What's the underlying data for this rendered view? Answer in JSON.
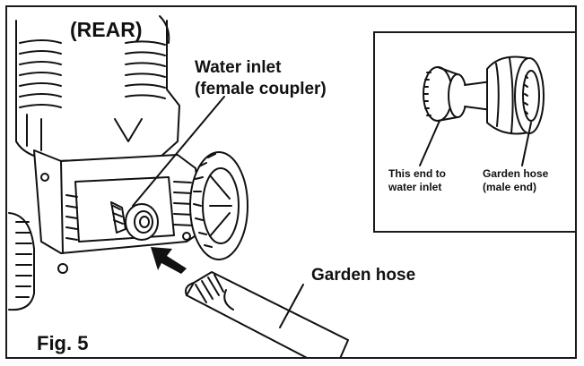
{
  "labels": {
    "rear": "(REAR)",
    "water_inlet_line1": "Water inlet",
    "water_inlet_line2": "(female coupler)",
    "garden_hose": "Garden hose",
    "figure": "Fig. 5"
  },
  "inset": {
    "this_end_line1": "This end to",
    "this_end_line2": "water inlet",
    "hose_end_line1": "Garden hose",
    "hose_end_line2": "(male end)"
  }
}
